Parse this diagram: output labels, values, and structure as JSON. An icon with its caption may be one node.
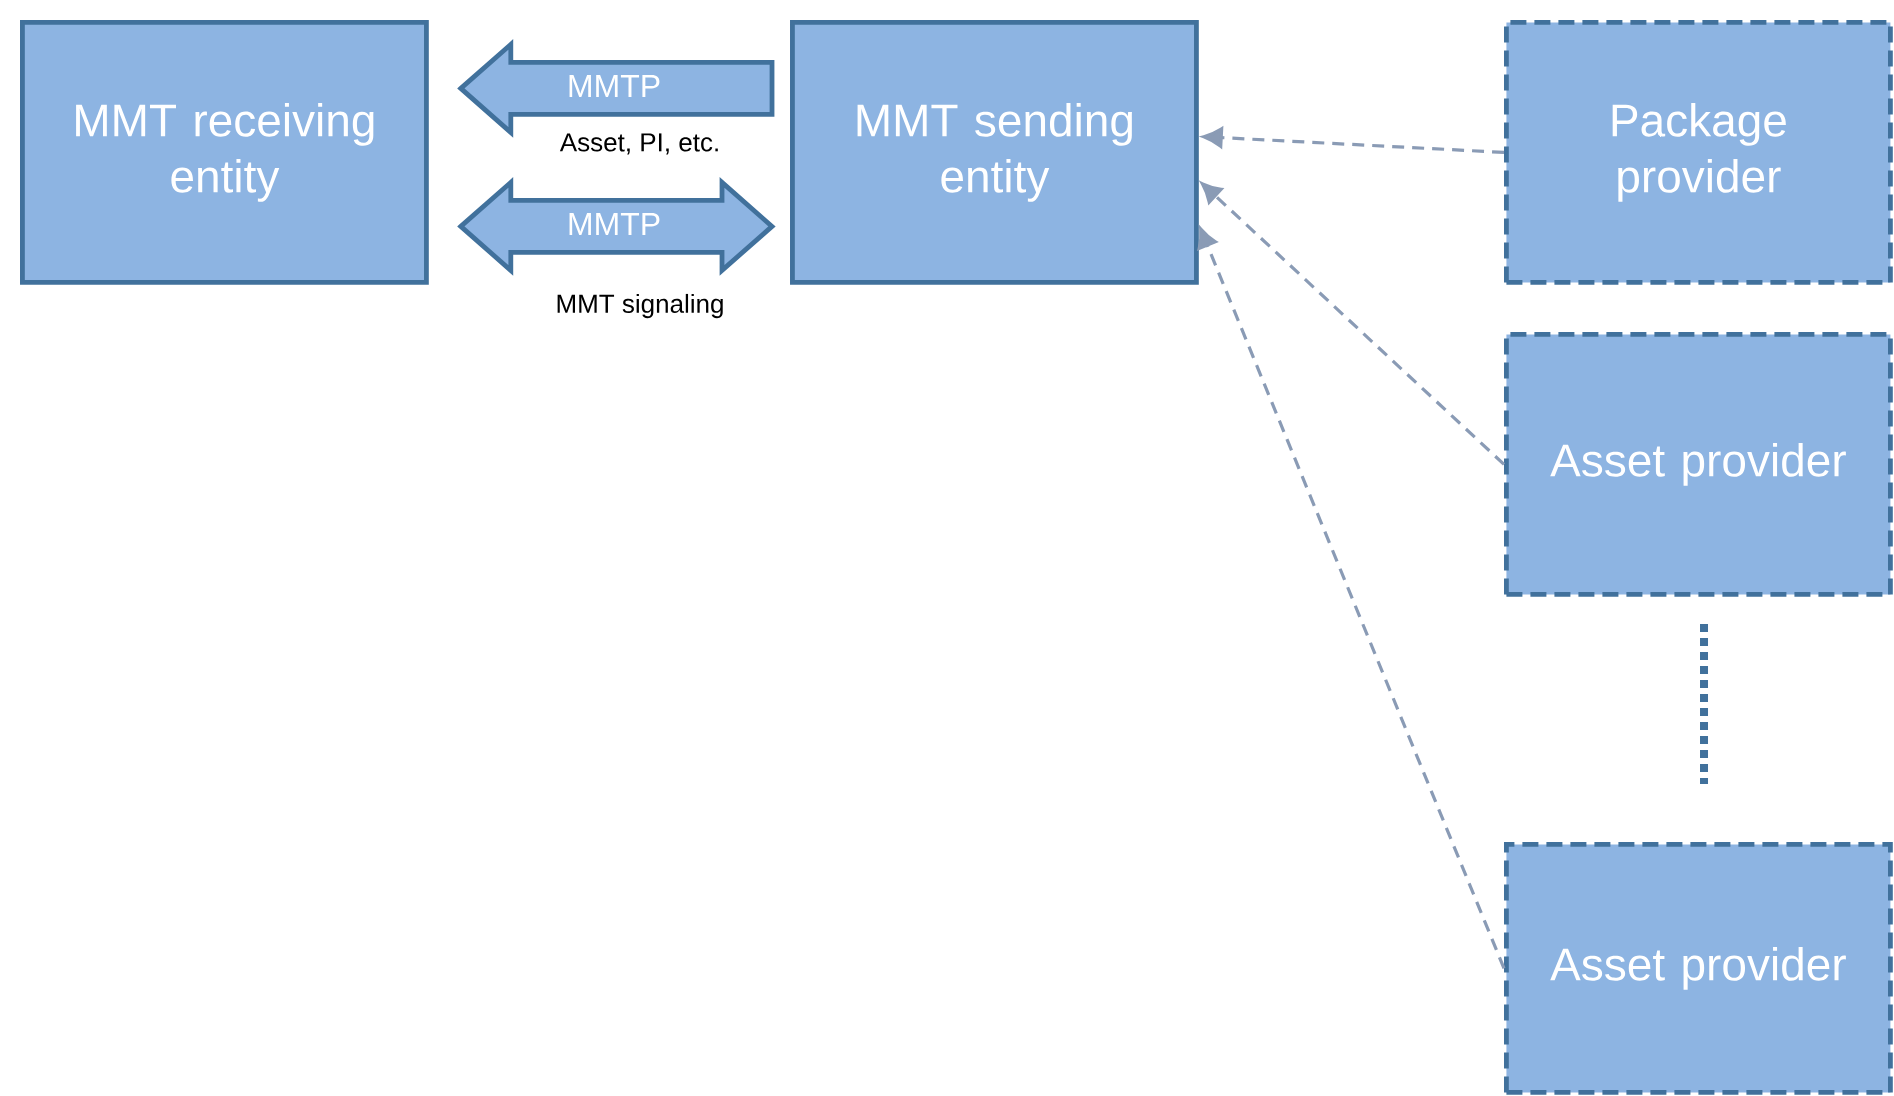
{
  "diagram": {
    "nodes": [
      {
        "text": [
          "MMT receiving entity"
        ]
      },
      {
        "text": [
          "MMT sending entity"
        ]
      },
      {
        "text": [
          "Package provider"
        ]
      },
      {
        "text": [
          "Asset provider"
        ]
      },
      {
        "text": [
          "Asset provider"
        ]
      }
    ],
    "edges": [
      {
        "from": 1,
        "to": 0,
        "arrow": "to",
        "label": "MMTP"
      },
      {
        "from": 0,
        "to": 1,
        "arrow": "both",
        "label": "MMTP"
      },
      {
        "from": 2,
        "to": 1,
        "arrow": "to",
        "style": "dashed",
        "color": "#8a9bb5"
      },
      {
        "from": 3,
        "to": 1,
        "arrow": "to",
        "style": "dashed",
        "color": "#8a9bb5"
      },
      {
        "from": 4,
        "to": 1,
        "arrow": "to",
        "style": "dashed",
        "color": "#8a9bb5"
      }
    ],
    "labels": [
      "Asset, PI, etc.",
      "MMT signaling"
    ]
  }
}
